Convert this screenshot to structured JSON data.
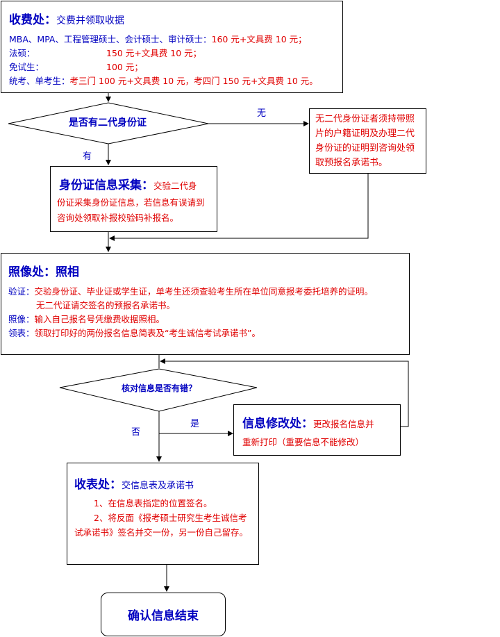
{
  "fee": {
    "title": "收费处：",
    "subtitle": "交费并领取收据",
    "rows": [
      {
        "label": "MBA、MPA、工程管理硕士、会计硕士、审计硕士：",
        "value": "160 元+文具费 10 元；"
      },
      {
        "label": "法硕：",
        "value": "150 元+文具费 10 元；"
      },
      {
        "label": "免试生：",
        "value": "100 元；"
      },
      {
        "label": "统考、单考生：",
        "value": "考三门 100 元+文具费 10 元，考四门 150 元+文具费 10 元。"
      }
    ]
  },
  "decision1": {
    "text": "是否有二代身份证",
    "yes": "有",
    "no": "无"
  },
  "no_id": {
    "text": "无二代身份证者须持带照片的户籍证明及办理二代身份证的证明到咨询处领取预报名承诺书。"
  },
  "id_collect": {
    "title": "身份证信息采集：",
    "text1": "交验二代身",
    "text2": "份证采集身份证信息，若信息有误请到咨询处领取补报校验码补报名。"
  },
  "photo": {
    "title": "照像处：照相",
    "rows": [
      {
        "label": "验证：",
        "value": "交验身份证、毕业证或学生证，单考生还须查验考生所在单位同意报考委托培养的证明。"
      },
      {
        "label": "",
        "value": "无二代证请交签名的预报名承诺书。"
      },
      {
        "label": "照像：",
        "value": "输入自己报名号凭缴费收据照相。"
      },
      {
        "label": "领表：",
        "value": "领取打印好的两份报名信息简表及“考生诚信考试承诺书”。"
      }
    ]
  },
  "decision2": {
    "text": "核对信息是否有错？",
    "yes": "是",
    "no": "否"
  },
  "modify": {
    "title": "信息修改处：",
    "text1": "更改报名信息并",
    "text2": "重新打印（重要信息不能修改）"
  },
  "collect": {
    "title": "收表处：",
    "subtitle": "交信息表及承诺书",
    "item1": "1、在信息表指定的位置签名。",
    "item2": "2、将反面《报考硕士研究生考生诚信考试承诺书》签名并交一份，另一份自己留存。"
  },
  "end": {
    "text": "确认信息结束"
  }
}
